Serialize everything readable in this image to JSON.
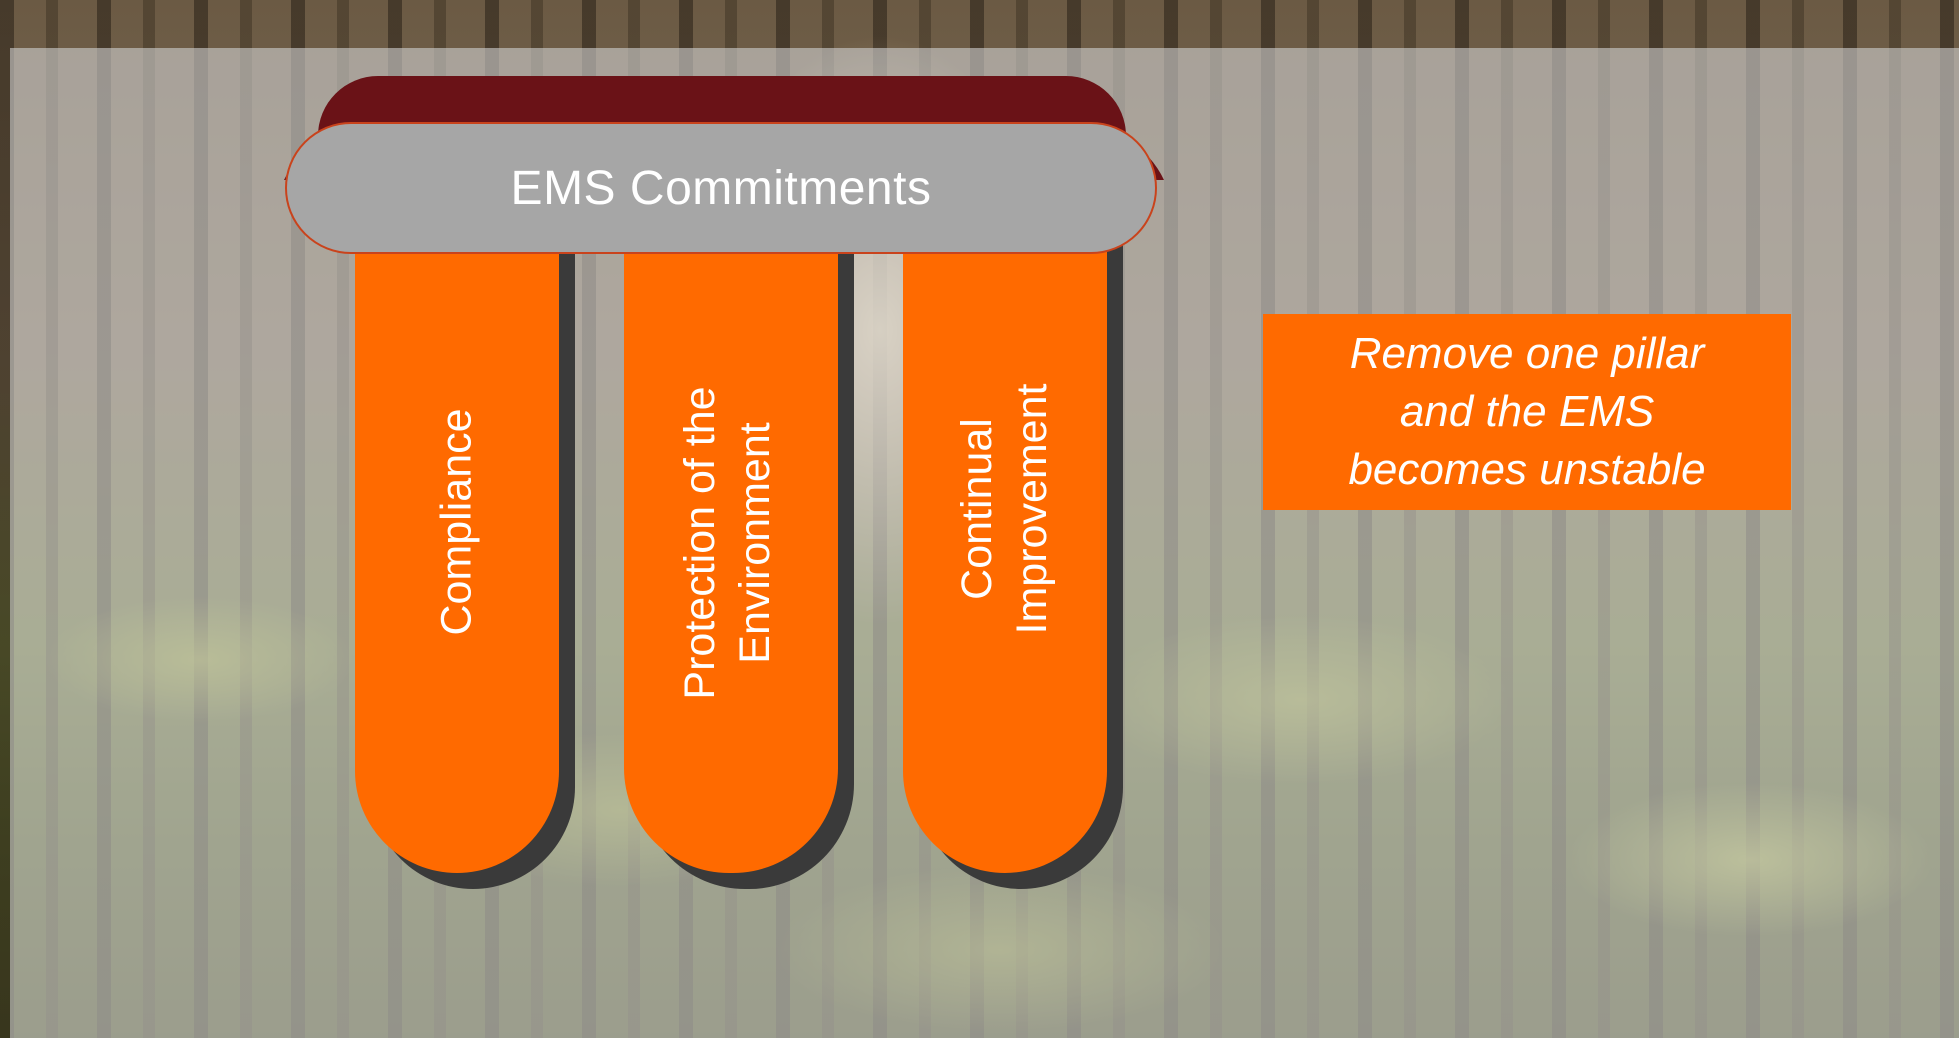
{
  "diagram": {
    "capital_title": "EMS Commitments",
    "pillars": [
      {
        "label": "Compliance"
      },
      {
        "label_line1": "Protection of the",
        "label_line2": "Environment"
      },
      {
        "label_line1": "Continual",
        "label_line2": "Improvement"
      }
    ],
    "callout_line1": "Remove one pillar",
    "callout_line2": "and the EMS",
    "callout_line3": "becomes unstable",
    "colors": {
      "pillar": "#ff6a00",
      "pillar_shadow": "#3a3a3a",
      "capital_face": "#a6a6a6",
      "capital_rim": "#6a1217",
      "callout": "#ff6a00"
    }
  }
}
